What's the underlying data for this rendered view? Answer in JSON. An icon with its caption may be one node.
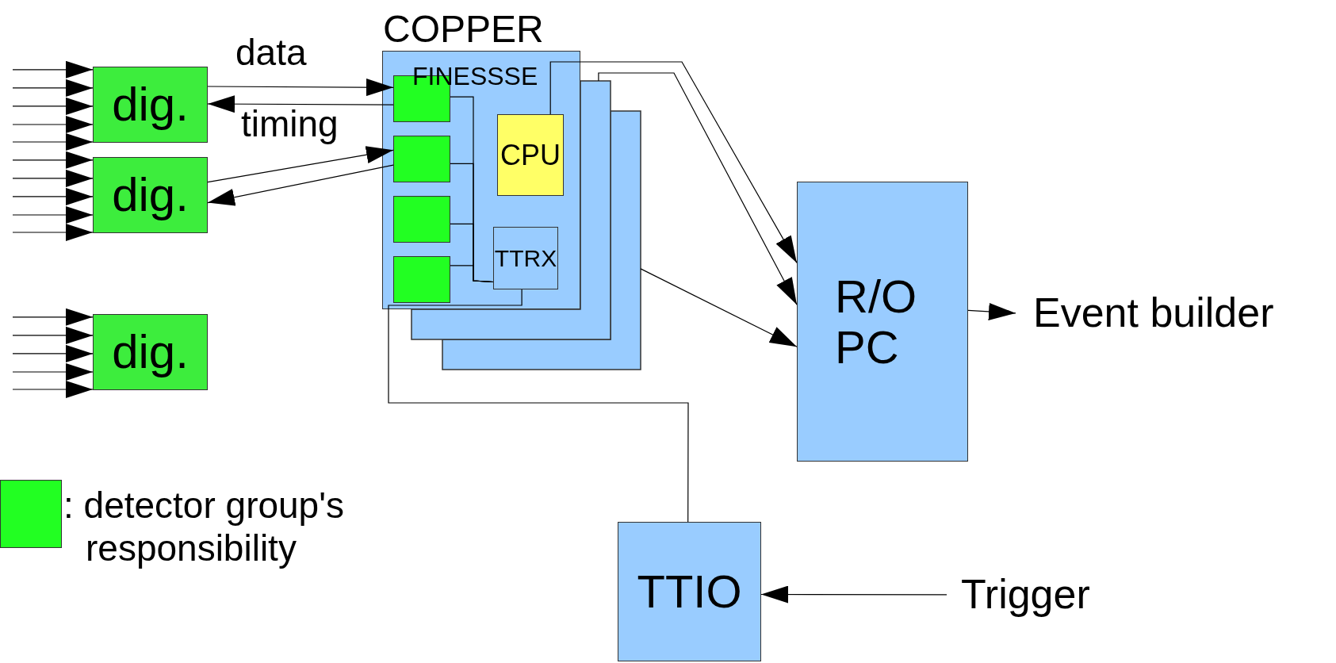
{
  "diagram": {
    "nodes": [
      {
        "text": [
          "dig."
        ]
      },
      {
        "text": [
          "dig."
        ]
      },
      {
        "text": [
          "dig."
        ]
      },
      {
        "text": [
          "COPPER"
        ]
      },
      {
        "text": [],
        "shape": "box"
      },
      {
        "text": [],
        "shape": "box"
      },
      {
        "text": [],
        "shape": "box",
        "in": 3
      },
      {
        "text": [],
        "shape": "box",
        "in": 3
      },
      {
        "text": [],
        "shape": "box",
        "in": 3
      },
      {
        "text": [],
        "shape": "box",
        "in": 3
      },
      {
        "text": [
          "CPU"
        ],
        "in": 3
      },
      {
        "text": [
          "TTRX"
        ],
        "in": 3
      },
      {
        "text": [
          "R/O PC"
        ]
      },
      {
        "text": [
          "TTIO"
        ]
      },
      {
        "text": [
          "Event builder"
        ]
      },
      {
        "text": [
          "Trigger"
        ]
      }
    ],
    "edges": [
      {
        "from": null,
        "to": 0,
        "arrow": "to"
      },
      {
        "from": null,
        "to": 0,
        "arrow": "to"
      },
      {
        "from": null,
        "to": 0,
        "arrow": "to"
      },
      {
        "from": null,
        "to": 0,
        "arrow": "to"
      },
      {
        "from": null,
        "to": 0,
        "arrow": "to"
      },
      {
        "from": null,
        "to": 1,
        "arrow": "to"
      },
      {
        "from": null,
        "to": 1,
        "arrow": "to"
      },
      {
        "from": null,
        "to": 1,
        "arrow": "to"
      },
      {
        "from": null,
        "to": 1,
        "arrow": "to"
      },
      {
        "from": null,
        "to": 1,
        "arrow": "to"
      },
      {
        "from": null,
        "to": 2,
        "arrow": "to"
      },
      {
        "from": null,
        "to": 2,
        "arrow": "to"
      },
      {
        "from": null,
        "to": 2,
        "arrow": "to"
      },
      {
        "from": null,
        "to": 2,
        "arrow": "to"
      },
      {
        "from": null,
        "to": 2,
        "arrow": "to"
      },
      {
        "from": 0,
        "to": 6,
        "arrow": "to",
        "label": "data"
      },
      {
        "from": 6,
        "to": 0,
        "arrow": "to",
        "label": "timing"
      },
      {
        "from": 1,
        "to": 7,
        "arrow": "to"
      },
      {
        "from": 7,
        "to": 1,
        "arrow": "to"
      },
      {
        "from": 6,
        "to": 11,
        "arrow": "none"
      },
      {
        "from": 7,
        "to": 11,
        "arrow": "none"
      },
      {
        "from": 8,
        "to": 11,
        "arrow": "none"
      },
      {
        "from": 9,
        "to": 11,
        "arrow": "none"
      },
      {
        "from": 10,
        "to": 12,
        "arrow": "to"
      },
      {
        "from": 4,
        "to": 12,
        "arrow": "to"
      },
      {
        "from": 5,
        "to": 12,
        "arrow": "to"
      },
      {
        "from": 12,
        "to": 14,
        "arrow": "to"
      },
      {
        "from": 11,
        "to": 13,
        "arrow": "none"
      },
      {
        "from": 15,
        "to": 13,
        "arrow": "to"
      }
    ],
    "labels": [
      "FINESSSE"
    ],
    "legend": [
      {
        "text": ": detector group's responsibility",
        "color": "#22ff22"
      }
    ]
  }
}
